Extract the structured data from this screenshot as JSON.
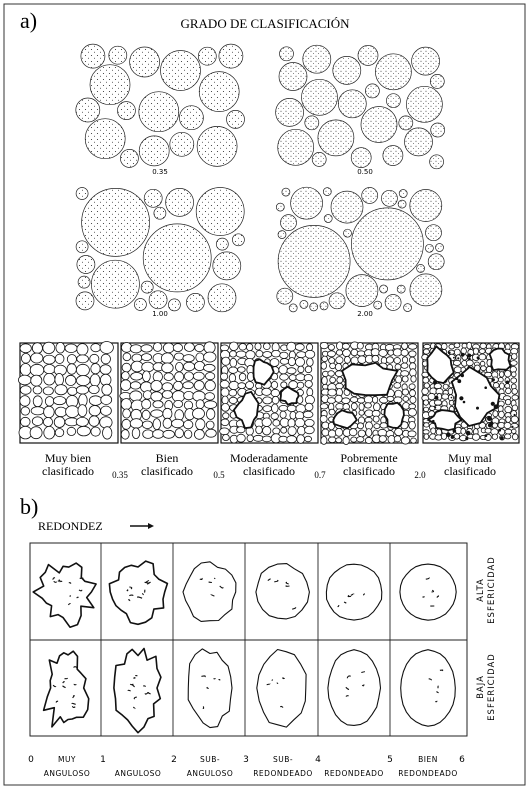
{
  "panel_a": {
    "label": "a)",
    "title": "GRADO DE CLASIFICACIÓN",
    "grid_values": [
      "0.35",
      "0.50",
      "1.00",
      "2.00"
    ],
    "strip_categories": [
      [
        "Muy bien",
        "clasificado"
      ],
      [
        "Bien",
        "clasificado"
      ],
      [
        "Moderadamente",
        "clasificado"
      ],
      [
        "Pobremente",
        "clasificado"
      ],
      [
        "Muy mal",
        "clasificado"
      ]
    ],
    "strip_thresholds": [
      "0.35",
      "0.5",
      "0.7",
      "2.0"
    ]
  },
  "panel_b": {
    "label": "b)",
    "axis_label": "REDONDEZ",
    "row_labels": [
      [
        "ALTA",
        "ESFERICIDAD"
      ],
      [
        "BAJA",
        "ESFERICIDAD"
      ]
    ],
    "column_labels": [
      [
        "MUY",
        "ANGULOSO"
      ],
      [
        "",
        "ANGULOSO"
      ],
      [
        "SUB-",
        "ANGULOSO"
      ],
      [
        "SUB-",
        "REDONDEADO"
      ],
      [
        "",
        "REDONDEADO"
      ],
      [
        "BIEN",
        "REDONDEADO"
      ]
    ],
    "scale_numbers": [
      "0",
      "1",
      "2",
      "3",
      "4",
      "5",
      "6"
    ]
  }
}
